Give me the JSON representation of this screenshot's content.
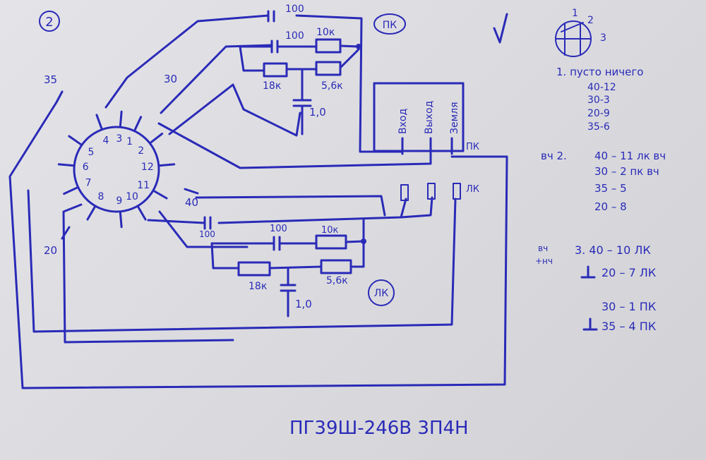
{
  "page": {
    "circled_number": "2",
    "checkmark": "√",
    "title": "ПГ39Ш-246В 3П4Н"
  },
  "switch": {
    "pins": [
      "1",
      "2",
      "3",
      "4",
      "5",
      "6",
      "7",
      "8",
      "9",
      "10",
      "11",
      "12"
    ]
  },
  "labels": {
    "l35": "35",
    "l30": "30",
    "l40": "40",
    "l20": "20",
    "pk_top": "ПК",
    "pk_box": "ПК",
    "lk_side": "ЛК",
    "lk_mid": "ЛК"
  },
  "top_network": {
    "cap_outer": "100",
    "cap_inner": "100",
    "res_10k": "10к",
    "res_18k": "18к",
    "res_5_6k": "5,6к",
    "cap_1_0": "1,0"
  },
  "bottom_network": {
    "cap_outer": "100",
    "cap_inner": "100",
    "res_10k": "10к",
    "res_18k": "18к",
    "res_5_6k": "5,6к",
    "cap_1_0": "1,0"
  },
  "connector_block": {
    "pins": [
      "Вход",
      "Выход",
      "Земля"
    ]
  },
  "legend_icon": {
    "n1": "1",
    "n2": "2",
    "n3": "3"
  },
  "legend": {
    "s1_title": "1. пусто ничего",
    "s1_lines": [
      "40-12",
      "30-3",
      "20-9",
      "35-6"
    ],
    "s2_prefix": "вч 2.",
    "s2_lines": [
      "40 – 11  лк  вч",
      "30 – 2  пк  вч",
      "35 – 5",
      "20 – 8"
    ],
    "s3_prefix": "вч",
    "s3_prefix2": "+нч",
    "s3_lines": [
      "3.  40 – 10  ЛК",
      "20 – 7  ЛК",
      "30 – 1  ПК",
      "35 – 4  ПК"
    ]
  }
}
